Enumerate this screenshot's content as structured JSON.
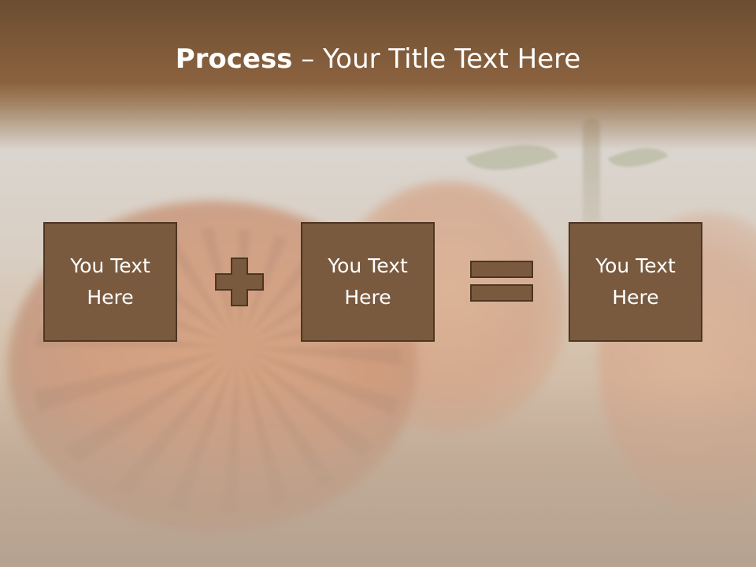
{
  "slide": {
    "title_bold": "Process",
    "title_rest": " – Your Title Text Here",
    "boxes": [
      {
        "label": "You Text\nHere"
      },
      {
        "label": "You Text\nHere"
      },
      {
        "label": "You Text\nHere"
      }
    ],
    "operators": {
      "plus_icon": "plus-icon",
      "equals_icon": "equals-icon"
    },
    "colors": {
      "header": "#7d5938",
      "box_fill": "#7a5a3e",
      "box_border": "#4e3522",
      "text": "#ffffff"
    }
  }
}
